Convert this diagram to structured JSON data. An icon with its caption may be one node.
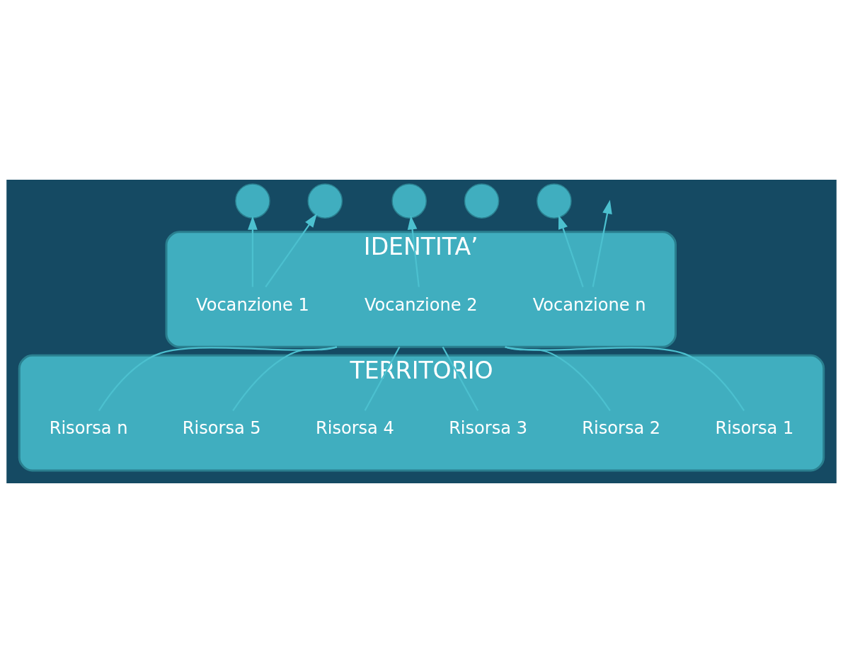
{
  "diagram": {
    "nodes": [
      {
        "text": [
          "IDENTITA’"
        ]
      },
      {
        "text": [
          "Vocanzione 1"
        ],
        "in": 0
      },
      {
        "text": [
          "Vocanzione 2"
        ],
        "in": 0
      },
      {
        "text": [
          "Vocanzione n"
        ],
        "in": 0
      },
      {
        "text": [],
        "shape": "circle"
      },
      {
        "text": [],
        "shape": "circle"
      },
      {
        "text": [],
        "shape": "circle"
      },
      {
        "text": [],
        "shape": "circle"
      },
      {
        "text": [],
        "shape": "circle"
      },
      {
        "text": [
          "TERRITORIO"
        ]
      },
      {
        "text": [
          "Risorsa 1"
        ],
        "in": 9
      },
      {
        "text": [
          "Risorsa 2"
        ],
        "in": 9
      },
      {
        "text": [
          "Risorsa 3"
        ],
        "in": 9
      },
      {
        "text": [
          "Risorsa 4"
        ],
        "in": 9
      },
      {
        "text": [
          "Risorsa 5"
        ],
        "in": 9
      },
      {
        "text": [
          "Risorsa n"
        ],
        "in": 9
      }
    ],
    "edges": [
      {
        "from": 1,
        "to": 4,
        "arrow": "to"
      },
      {
        "from": 1,
        "to": 5,
        "arrow": "to"
      },
      {
        "from": 2,
        "to": 6,
        "arrow": "to"
      },
      {
        "from": 3,
        "to": null,
        "arrow": "to"
      },
      {
        "from": 3,
        "to": 8,
        "arrow": "to"
      },
      {
        "from": 10,
        "to": 0,
        "arrow": "none"
      },
      {
        "from": 11,
        "to": 0,
        "arrow": "none"
      },
      {
        "from": 12,
        "to": 0,
        "arrow": "none"
      },
      {
        "from": 13,
        "to": 0,
        "arrow": "none"
      },
      {
        "from": 14,
        "to": 0,
        "arrow": "none"
      },
      {
        "from": 15,
        "to": 0,
        "arrow": "none"
      }
    ]
  }
}
